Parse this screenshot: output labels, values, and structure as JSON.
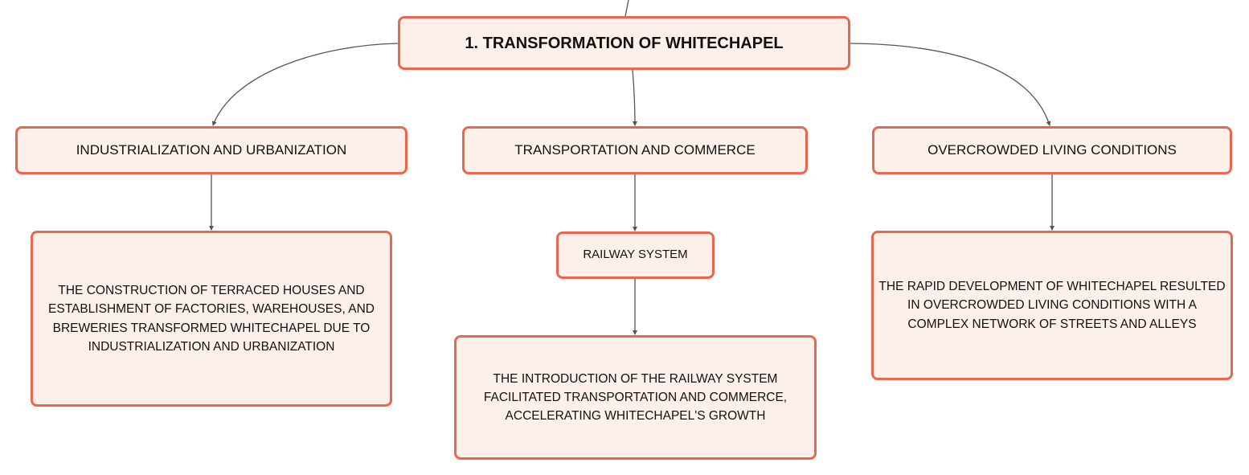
{
  "root": {
    "label": "1. TRANSFORMATION OF WHITECHAPEL"
  },
  "branches": [
    {
      "label": "INDUSTRIALIZATION AND URBANIZATION",
      "detail": "THE CONSTRUCTION OF TERRACED HOUSES AND ESTABLISHMENT OF FACTORIES, WAREHOUSES, AND BREWERIES TRANSFORMED WHITECHAPEL DUE TO INDUSTRIALIZATION AND URBANIZATION"
    },
    {
      "label": "TRANSPORTATION AND COMMERCE",
      "subtopic": "RAILWAY SYSTEM",
      "detail": "THE INTRODUCTION OF THE RAILWAY SYSTEM FACILITATED TRANSPORTATION AND COMMERCE, ACCELERATING WHITECHAPEL'S GROWTH"
    },
    {
      "label": "OVERCROWDED LIVING CONDITIONS",
      "detail": "THE RAPID DEVELOPMENT OF WHITECHAPEL RESULTED IN OVERCROWDED LIVING CONDITIONS WITH A COMPLEX NETWORK OF STREETS AND ALLEYS"
    }
  ],
  "colors": {
    "node_border": "#e8674f",
    "node_fill": "#fdf0ea",
    "connector": "#555555",
    "text": "#111111"
  }
}
